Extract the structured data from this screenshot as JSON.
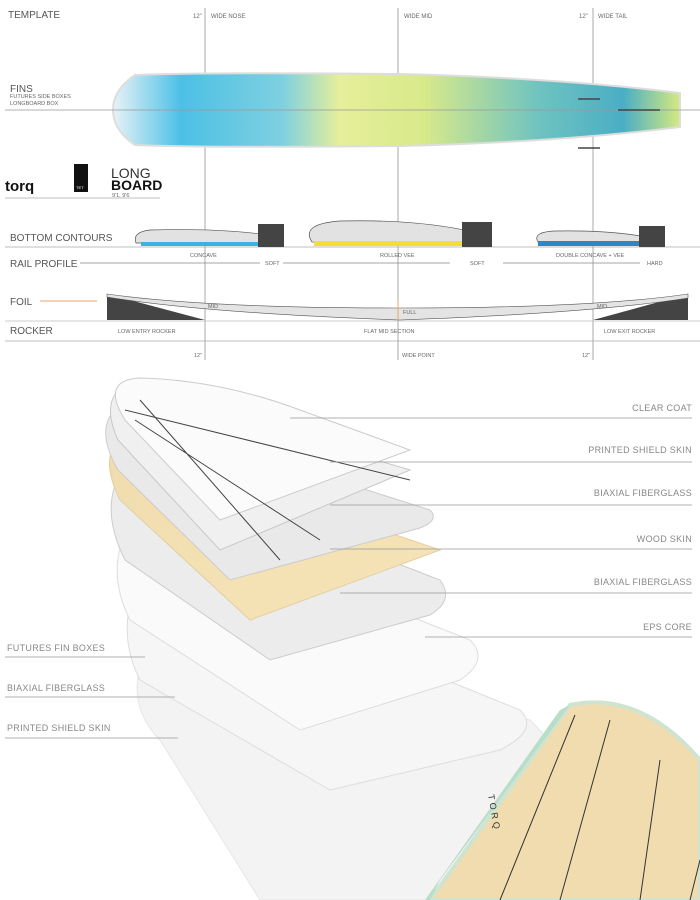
{
  "template": {
    "title": "TEMPLATE",
    "wide_nose": "WIDE NOSE",
    "wide_mid": "WIDE MID",
    "wide_tail": "WIDE TAIL",
    "nose_inches": "12\"",
    "tail_inches": "12\""
  },
  "fins": {
    "title": "FINS",
    "line1": "FUTURES SIDE BOXES",
    "line2": "LONGBOARD BOX"
  },
  "branding": {
    "brand": "torq",
    "tech": "TET",
    "model_line1": "LONG",
    "model_line2": "BOARD",
    "sizes": "9'1, 9'6"
  },
  "bottom_contours": {
    "title": "BOTTOM  CONTOURS",
    "nose": "CONCAVE",
    "mid": "ROLLED VEE",
    "tail": "DOUBLE CONCAVE + VEE",
    "colors": {
      "nose": "#3bb3e0",
      "mid": "#f0e030",
      "tail": "#2f86c4"
    }
  },
  "rail_profile": {
    "title": "RAIL PROFILE",
    "nose": "SOFT",
    "mid": "SOFT",
    "tail": "HARD"
  },
  "foil": {
    "title": "FOIL",
    "nose": "MID",
    "mid": "FULL",
    "tail": "MID",
    "accent": "#f0a070"
  },
  "rocker": {
    "title": "ROCKER",
    "nose": "LOW ENTRY ROCKER",
    "mid": "FLAT MID SECTION",
    "tail": "LOW EXIT ROCKER"
  },
  "measure": {
    "nose": "12\"",
    "mid": "WIDE POINT",
    "tail": "12\""
  },
  "layers": {
    "right": [
      "CLEAR COAT",
      "PRINTED SHIELD SKIN",
      "BIAXIAL FIBERGLASS",
      "WOOD SKIN",
      "BIAXIAL FIBERGLASS",
      "EPS  CORE"
    ],
    "left": [
      "FUTURES  FIN BOXES",
      "BIAXIAL FIBERGLASS",
      "PRINTED SHIELD SKIN"
    ],
    "deck_logo": "TORQ"
  }
}
